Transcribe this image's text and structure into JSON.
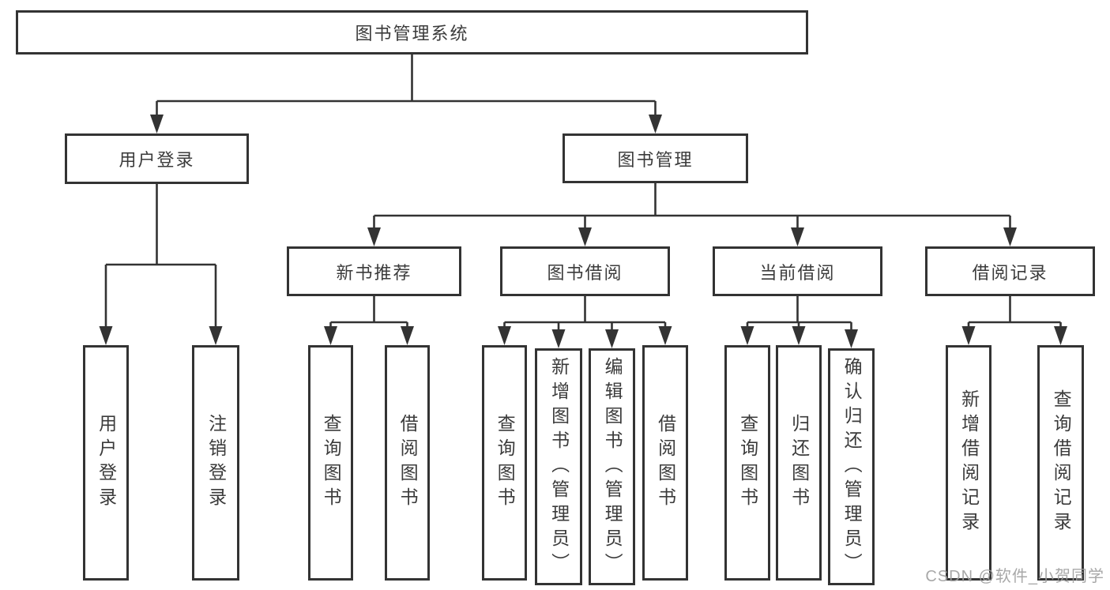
{
  "watermark": "CSDN @软件_小贺同学",
  "colors": {
    "line": "#333333",
    "box_border": "#333333",
    "text": "#3b3b3b",
    "watermark": "#9e9e9e",
    "background": "#ffffff"
  },
  "tree": {
    "root": {
      "label": "图书管理系统"
    },
    "branches": [
      {
        "label": "用户登录",
        "children": [
          {
            "label": "用户登录"
          },
          {
            "label": "注销登录"
          }
        ]
      },
      {
        "label": "图书管理",
        "children": [
          {
            "label": "新书推荐",
            "children": [
              {
                "label": "查询图书"
              },
              {
                "label": "借阅图书"
              }
            ]
          },
          {
            "label": "图书借阅",
            "children": [
              {
                "label": "查询图书"
              },
              {
                "label": "新增图书（管理员）"
              },
              {
                "label": "编辑图书（管理员）"
              },
              {
                "label": "借阅图书"
              }
            ]
          },
          {
            "label": "当前借阅",
            "children": [
              {
                "label": "查询图书"
              },
              {
                "label": "归还图书"
              },
              {
                "label": "确认归还（管理员）"
              }
            ]
          },
          {
            "label": "借阅记录",
            "children": [
              {
                "label": "新增借阅记录"
              },
              {
                "label": "查询借阅记录"
              }
            ]
          }
        ]
      }
    ]
  }
}
